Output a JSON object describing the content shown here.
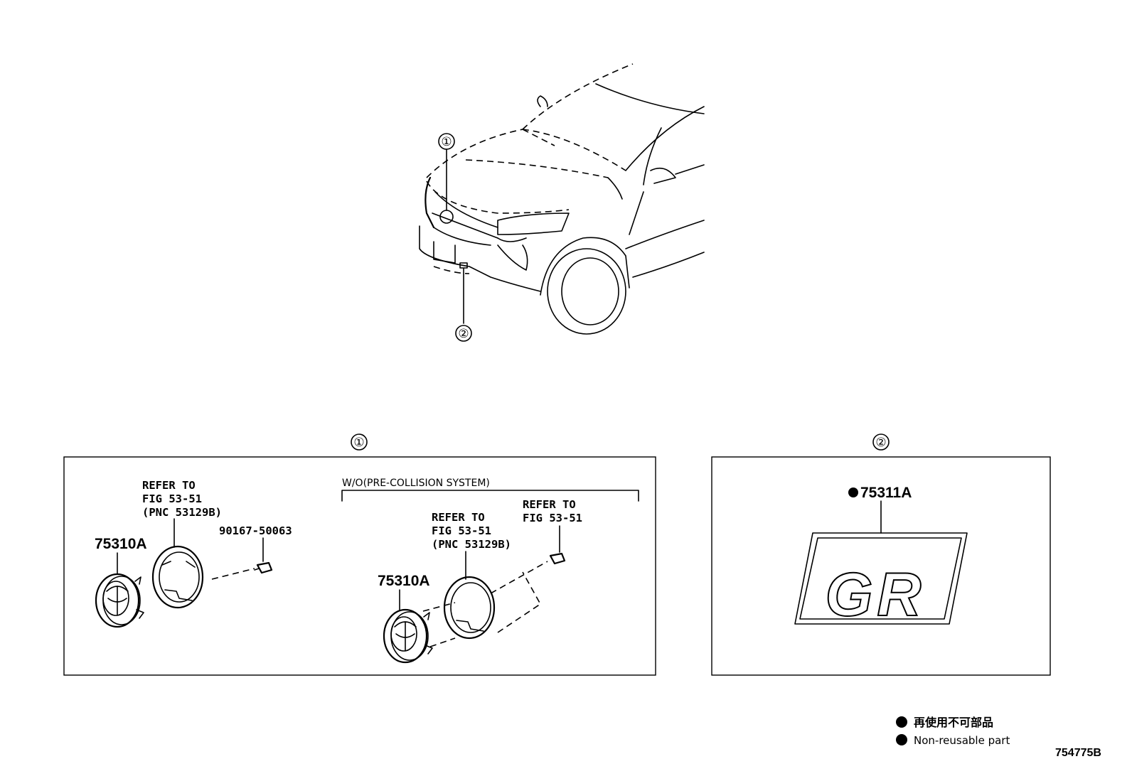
{
  "callouts": {
    "one": "①",
    "two": "②"
  },
  "panel_left": {
    "subgroup_label": "W/O(PRE-COLLISION SYSTEM)",
    "refer_a": {
      "line1": "REFER TO",
      "line2": "FIG 53-51",
      "line3": "(PNC 53129B)"
    },
    "part_screw": "90167-50063",
    "part_emblem_a": "75310A",
    "refer_b": {
      "line1": "REFER TO",
      "line2": "FIG 53-51",
      "line3": "(PNC 53129B)"
    },
    "refer_c": {
      "line1": "REFER TO",
      "line2": "FIG 53-51"
    },
    "part_emblem_b": "75310A"
  },
  "panel_right": {
    "part_gr": "75311A",
    "gr_text": "GR"
  },
  "legend": {
    "jp": "再使用不可部品",
    "en": "Non-reusable part"
  },
  "figure_id": "754775B"
}
